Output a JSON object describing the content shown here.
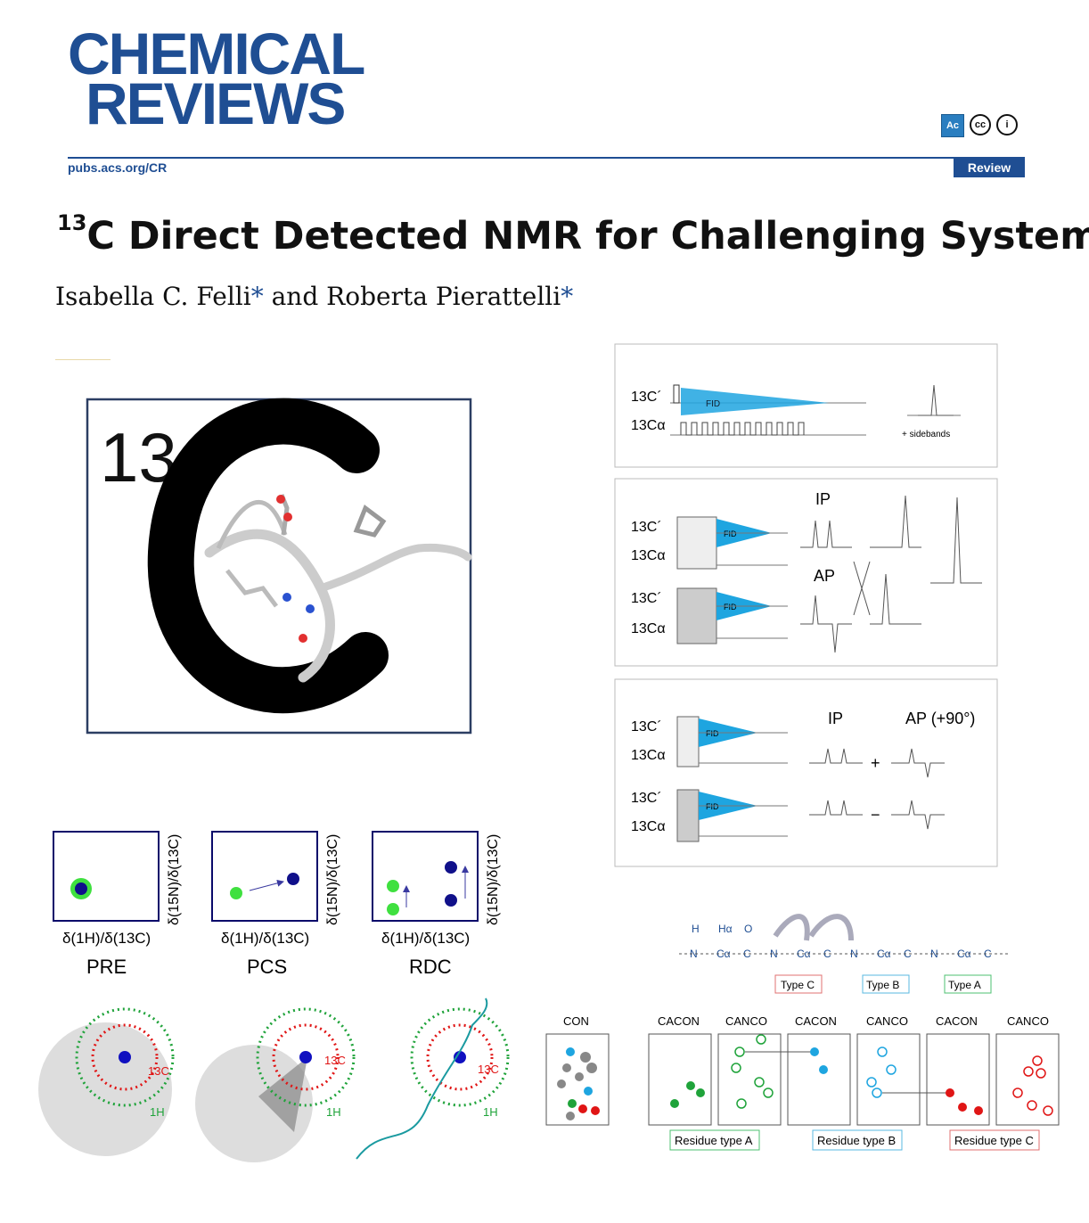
{
  "journal": {
    "line1": "CHEMICAL",
    "line2": "REVIEWS"
  },
  "site_url": "pubs.acs.org/CR",
  "article_type": "Review",
  "licenses": [
    {
      "icon": "acs-authorchoice-icon",
      "label": "Ac"
    },
    {
      "icon": "creative-commons-icon",
      "label": "cc"
    },
    {
      "icon": "attribution-icon",
      "label": "i"
    }
  ],
  "title": {
    "sup": "13",
    "main": "C Direct Detected NMR for Challenging Systems"
  },
  "authors": {
    "author1": "Isabella C. Felli",
    "author2": "Roberta Pierattelli",
    "and": "and",
    "marker": "*"
  },
  "toc_graphic": {
    "logo_13c": {
      "mass": "13"
    },
    "panel_pulse": {
      "c_prime": "13C´",
      "c_alpha": "13Cα",
      "fid": "FID",
      "sidebands": "+ sidebands"
    },
    "panel_ipap": {
      "ip": "IP",
      "ap": "AP",
      "fid": "FID"
    },
    "panel_sum": {
      "ip": "IP",
      "ap": "AP (+90°)",
      "plus": "+",
      "minus": "−",
      "fid": "FID"
    },
    "paramagnetic": {
      "axis_x": "δ(1H)/δ(13C)",
      "axis_y": "δ(15N)/δ(13C)",
      "labels": [
        "PRE",
        "PCS",
        "RDC"
      ],
      "nuc_c": "13C",
      "nuc_h": "1H"
    },
    "backbone": {
      "types": [
        "Type C",
        "Type B",
        "Type A"
      ],
      "atoms": [
        "H",
        "Hα",
        "O",
        "N",
        "Cα",
        "C"
      ]
    },
    "spectra": {
      "con": "CON",
      "headers": [
        "CACON",
        "CANCO",
        "CACON",
        "CANCO",
        "CACON",
        "CANCO"
      ],
      "residues": [
        "Residue type A",
        "Residue type B",
        "Residue type C"
      ]
    }
  },
  "colors": {
    "brand": "#1f4e93",
    "cyan": "#1ea5e0",
    "green": "#1fa33a",
    "red": "#e01515",
    "lime": "#3fe03f",
    "navy": "#10108a"
  }
}
